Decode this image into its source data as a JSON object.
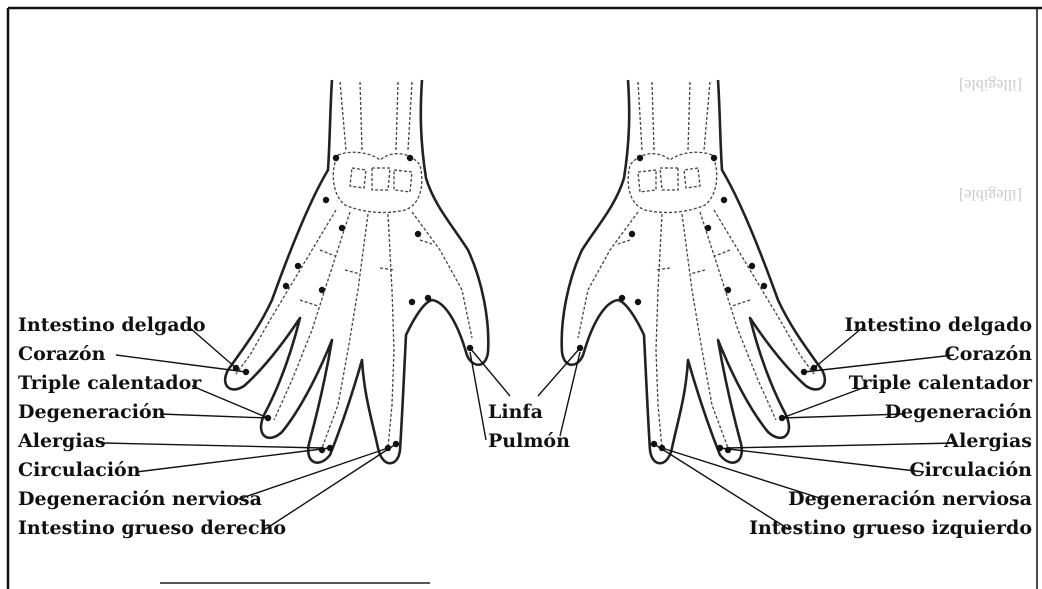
{
  "colors": {
    "ink": "#111111",
    "paper": "#ffffff",
    "bleed": "#c9c9c9"
  },
  "bleed_text": [
    "[illegible]",
    "[illegible]"
  ],
  "left_hand": {
    "labels": [
      "Intestino delgado",
      "Corazón",
      "Triple calentador",
      "Degeneración",
      "Alergias",
      "Circulación",
      "Degeneración nerviosa",
      "Intestino grueso derecho"
    ]
  },
  "center": {
    "labels": [
      "Linfa",
      "Pulmón"
    ]
  },
  "right_hand": {
    "labels": [
      "Intestino delgado",
      "Corazón",
      "Triple calentador",
      "Degeneración",
      "Alergias",
      "Circulación",
      "Degeneración nerviosa",
      "Intestino grueso izquierdo"
    ]
  }
}
